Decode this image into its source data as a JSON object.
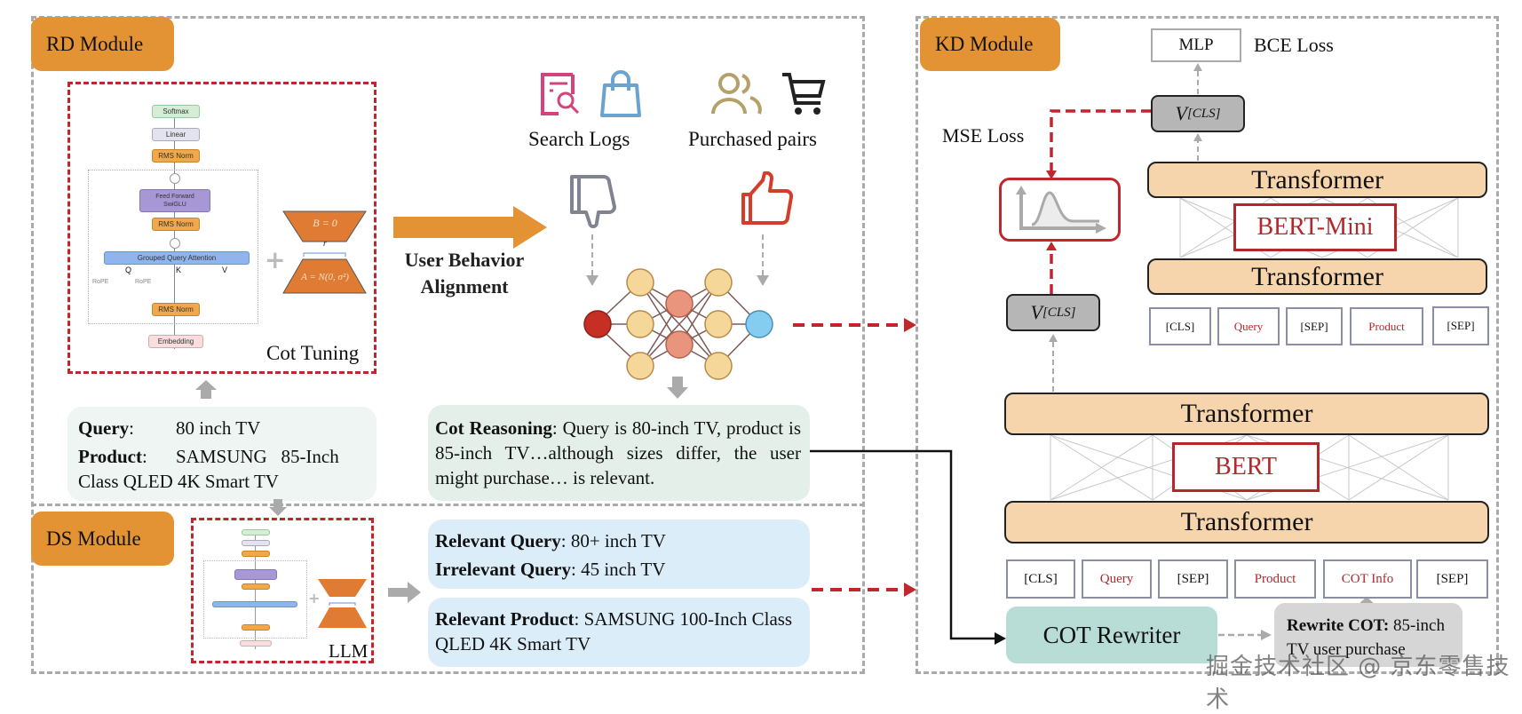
{
  "rd_module": {
    "label": "RD Module",
    "cot_tuning_label": "Cot Tuning",
    "llm_arch": {
      "blocks": [
        "Softmax",
        "Linear",
        "RMS Norm",
        "Feed Forward",
        "SwiGLU",
        "RMS Norm",
        "Grouped Query Attention",
        "Q",
        "K",
        "V",
        "RoPE",
        "RoPE",
        "RMS Norm",
        "Embedding"
      ]
    },
    "lora": {
      "top": "B = 0",
      "rank": "r",
      "bottom": "A = N(0, σ²)"
    },
    "alignment_label_line1": "User Behavior",
    "alignment_label_line2": "Alignment",
    "search_logs_label": "Search Logs",
    "purchased_pairs_label": "Purchased pairs",
    "input_box": {
      "query_key": "Query",
      "query_value": "80 inch TV",
      "product_key": "Product",
      "product_value_line1": "SAMSUNG   85-Inch",
      "product_value_line2": "Class QLED 4K Smart TV"
    },
    "cot_box": {
      "key": "Cot Reasoning",
      "text": ": Query is 80-inch TV, product is 85-inch TV…although sizes differ, the user might purchase… is relevant."
    }
  },
  "ds_module": {
    "label": "DS Module",
    "llm_label": "LLM",
    "box1": {
      "relevant_query_key": "Relevant Query",
      "relevant_query_value": ": 80+ inch TV",
      "irrelevant_query_key": "Irrelevant Query",
      "irrelevant_query_value": ": 45 inch TV"
    },
    "box2": {
      "relevant_product_key": "Relevant Product",
      "relevant_product_value": ": SAMSUNG 100-Inch Class QLED 4K Smart TV"
    }
  },
  "kd_module": {
    "label": "KD Module",
    "mlp_label": "MLP",
    "bce_loss_label": "BCE Loss",
    "mse_loss_label": "MSE Loss",
    "vcls_base": "V",
    "vcls_sub": "[CLS]",
    "student": {
      "transformer_top": "Transformer",
      "model_name": "BERT-Mini",
      "transformer_bottom": "Transformer",
      "tokens": [
        {
          "label": "[CLS]",
          "highlight": false
        },
        {
          "label": "Query",
          "highlight": true
        },
        {
          "label": "[SEP]",
          "highlight": false
        },
        {
          "label": "Product",
          "highlight": true
        },
        {
          "label": "[SEP]",
          "highlight": false
        }
      ]
    },
    "teacher": {
      "transformer_top": "Transformer",
      "model_name": "BERT",
      "transformer_bottom": "Transformer",
      "tokens": [
        {
          "label": "[CLS]",
          "highlight": false
        },
        {
          "label": "Query",
          "highlight": true
        },
        {
          "label": "[SEP]",
          "highlight": false
        },
        {
          "label": "Product",
          "highlight": true
        },
        {
          "label": "COT Info",
          "highlight": true
        },
        {
          "label": "[SEP]",
          "highlight": false
        }
      ]
    },
    "cot_rewriter_label": "COT Rewriter",
    "rewrite_cot": {
      "key": "Rewrite COT:",
      "text": " 85-inch TV user purchase"
    }
  },
  "watermark": "掘金技术社区 @ 京东零售技术",
  "colors": {
    "module_orange": "#e39333",
    "accent_red": "#c0272d",
    "transformer_fill": "#f6d5ac",
    "input_box_fill": "#eef5f2",
    "cot_box_fill": "#e3efe8",
    "ds_box_fill": "#dcedfa",
    "rewriter_fill": "#b7ddd6",
    "rewrite_cot_fill": "#d6d6d6"
  }
}
